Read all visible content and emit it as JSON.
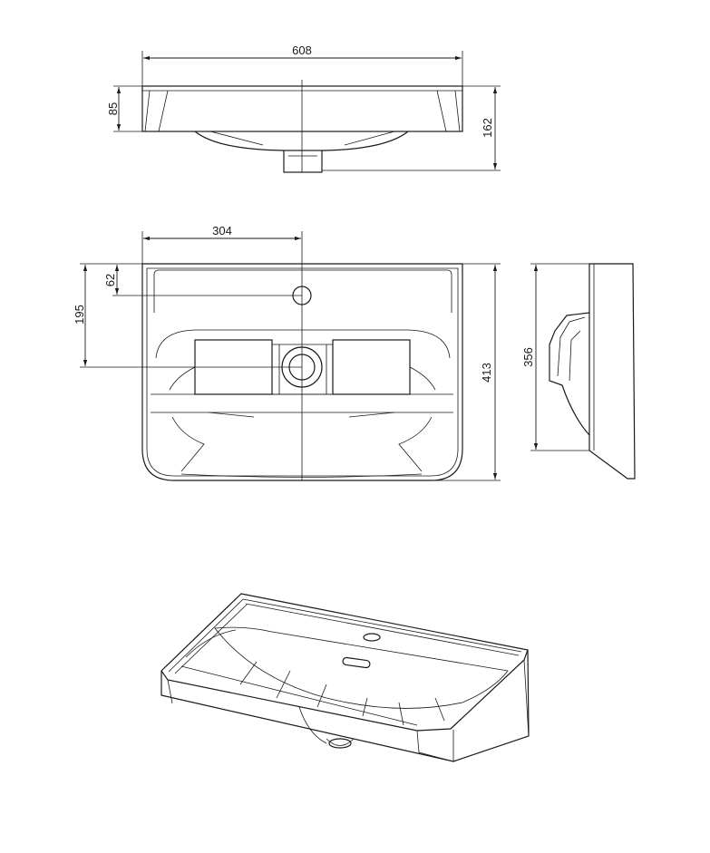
{
  "dimensions": {
    "width": "608",
    "rim_height": "85",
    "total_height": "162",
    "center_offset": "304",
    "tap_hole_offset": "62",
    "drain_offset": "195",
    "depth": "413",
    "side_depth": "356"
  },
  "colors": {
    "line": "#1a1a1a",
    "background": "#ffffff"
  }
}
